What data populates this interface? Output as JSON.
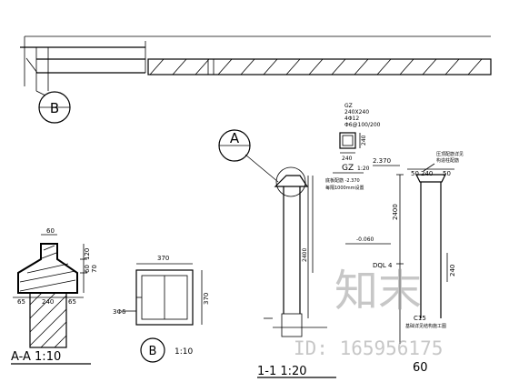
{
  "labels": {
    "detail_b_callout": "B",
    "detail_a_callout": "A",
    "section_aa_title": "A-A  1:10",
    "detail_b_title": "B",
    "detail_b_scale": "1:10",
    "section_11_title": "1-1   1:20",
    "gz_title": "GZ",
    "gz_scale": "1:20",
    "gz_spec_1": "GZ",
    "gz_spec_2": "240X240",
    "gz_spec_3": "4Φ12",
    "gz_spec_4": "Φ6@100/200",
    "gz_note": "底板配筋 -2.370",
    "gz_note2": "每隔1000mm设置",
    "dim_60": "60",
    "dim_120": "120",
    "dim_60b": "60",
    "dim_70": "70",
    "dim_65a": "65",
    "dim_240a": "240",
    "dim_65b": "65",
    "dim_370a": "370",
    "dim_370b": "370",
    "dim_3phi6": "3Φ6",
    "dim_240_gz": "240",
    "dim_240_gz_v": "240",
    "elev_2370": "2.370",
    "dim_50a": "50",
    "dim_240c": "240",
    "dim_50b": "50",
    "dim_2400": "2400",
    "elev_0060": "-0.060",
    "dql_label": "DQL 4",
    "dim_240d": "240",
    "c15_label": "C15",
    "foot_note": "基础详见结构施工图",
    "tie_note": "压顶配筋详见",
    "tie_note2": "构造柱配筋",
    "dim_2400b": "2400",
    "partial_title": "60",
    "watermark_logo": "知末",
    "watermark_id": "ID: 165956175"
  }
}
